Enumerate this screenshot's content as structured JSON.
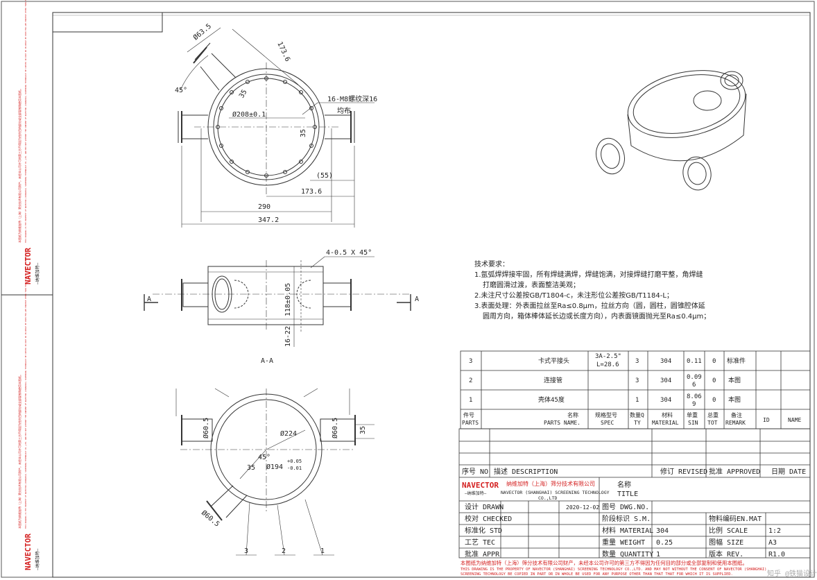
{
  "drawing": {
    "top_view": {
      "dim_outer_dia": "Ø63.5",
      "dim_173_diag": "173.6",
      "dim_angle": "45°",
      "dim_35_a": "35",
      "dim_bore": "Ø208±0.1",
      "dim_35_b": "35",
      "dim_55": "(55)",
      "dim_173_h": "173.6",
      "dim_290": "290",
      "dim_347": "347.2",
      "bolt_note_1": "16-M8螺纹深16",
      "bolt_note_2": "均布"
    },
    "front_view": {
      "chamfer": "4-0.5 X 45°",
      "dim_height": "118±0.05",
      "dim_16_22": "16-22",
      "section_marker_left": "A",
      "section_marker_right": "A"
    },
    "section_view": {
      "title": "A-A",
      "dim_left_pipe": "Ø60.5",
      "dim_right_pipe": "Ø60.5",
      "dim_right_35": "35",
      "dim_inner_224": "Ø224",
      "dim_45": "45°",
      "dim_35": "35",
      "dim_194": "Ø194",
      "tol_plus": "+0.05",
      "tol_minus": "-0.01",
      "dim_bottom_pipe": "Ø60.5",
      "balloon_3": "3",
      "balloon_2": "2",
      "balloon_1": "1"
    }
  },
  "tech_notes": {
    "title": "技术要求：",
    "line1a": "1.氩弧焊焊接牢固，所有焊缝满焊，焊缝饱满，对接焊缝打磨平整，角焊缝",
    "line1b": "打磨圆滑过渡，表面整洁美观；",
    "line2": "2.未注尺寸公差按GB/T1804-c，未注形位公差按GB/T1184-L；",
    "line3a": "3.表面处理：外表面拉丝至Ra≤0.8μm，拉丝方向（圆，圆柱，圆锥腔体延",
    "line3b": "圆周方向，箱体棒体延长边或长度方向），内表面镜面抛光至Ra≤0.4μm；"
  },
  "bom": {
    "rows": [
      {
        "no": "3",
        "name": "卡式平接头",
        "spec1": "3A-2.5\"",
        "spec2": "L=28.6",
        "qty": "3",
        "mat": "304",
        "unit": "0.11",
        "tot": "0",
        "remark": "标准件"
      },
      {
        "no": "2",
        "name": "连接管",
        "spec1": "",
        "spec2": "",
        "qty": "3",
        "mat": "304",
        "unit1": "0.09",
        "unit2": "6",
        "tot": "0",
        "remark": "本图"
      },
      {
        "no": "1",
        "name": "壳体45度",
        "spec1": "",
        "spec2": "",
        "qty": "1",
        "mat": "304",
        "unit1": "8.06",
        "unit2": "9",
        "tot": "0",
        "remark": "本图"
      }
    ],
    "header": {
      "no_cn": "件号",
      "no_en": "PARTS",
      "name_cn": "名称",
      "name_en": "PARTS NAME.",
      "spec_cn": "规格型号",
      "spec_en": "SPEC",
      "qty_cn": "数量Q",
      "qty_en": "TY",
      "mat_cn": "材料",
      "mat_en": "MATERIAL",
      "unit_cn": "单重",
      "unit_en": "SIN",
      "tot_cn": "总重",
      "tot_en": "TOT",
      "remark_cn": "备注",
      "remark_en": "REMARK",
      "id": "ID",
      "name": "NAME"
    }
  },
  "revision": {
    "seq": "序号 NO",
    "desc": "描述 DESCRIPTION",
    "revised": "修订 REVISED",
    "approved": "批准 APPROVED",
    "date": "日期 DATE"
  },
  "title_block": {
    "logo": "NAVECTOR",
    "logo_sub": "—纳维加特—",
    "company_cn": "纳维加特（上海）筛分技术有限公司",
    "company_en": "NAVECTOR (SHANGHAI) SCREENING TECHNOLOGY",
    "company_en2": "CO.,LTD",
    "title_cn": "名称",
    "title_en": "TITLE",
    "drawn": "设计 DRAWN",
    "drawn_date": "2020-12-02",
    "dwg_no": "图号 DWG.NO.",
    "checked": "校对 CHECKED",
    "stage": "阶段标识 S.M.",
    "mat_code": "物料编码EN.MAT",
    "std": "标准化 STD",
    "material_label": "材料 MATERIAL",
    "material_val": "304",
    "scale_label": "比例 SCALE",
    "scale_val": "1:2",
    "tec": "工艺 TEC",
    "weight_label": "重量 WEIGHT",
    "weight_val": "0.25",
    "size_label": "图幅 SIZE",
    "size_val": "A3",
    "appr": "批准 APPR",
    "qty_label": "数量 QUANTITY",
    "qty_val": "1",
    "rev_label": "版本 REV.",
    "rev_val": "R1.0",
    "notice_cn": "本图纸为纳维加特（上海）筛分技术有限公司财产，未经本公司许可的第三方不得因为任何目的部分或全部复制和使用本图纸。",
    "notice_en1": "THIS DRAWING IS THE PROPERTY OF NAVECTOR (SHANGHAI) SCREENING TECHNOLOGY CO.,LTD. AND MAY NOT WITHOUT THE CONSENT OF NAVECTOR (SHANGHAI)",
    "notice_en2": "SCREENING TECHNOLOGY BE COPIED IN PART OR IN WHOLE BE USED FOR ANY PURPOSE OTHER THAN THAT THAT FOR WHICH IT IS SUPPLIED."
  },
  "side_strip": {
    "logo": "NAVECTOR",
    "logo_sub": "—纳维加特—",
    "notice_cn": "本图纸为纳维加特（上海）筛分技术有限公司财产，未经本公司许可的第三方不得因为任何目的部分或全部复制和使用本图纸。",
    "notice_en": "THIS DRAWING IS THE PROPERTY OF NAVECTOR (SHANGHAI) SCREENING TECHNOLOGY CO.,LTD. AND MAY NOT WITHOUT THE CONSENT OF NAVECTOR (SHANGHAI) SCREENING TECHNOLOGY BE COPIED IN PART OR IN WHOLE BE USED FOR ANY PURPOSE OTHER THAN THAT THAT FOR WHICH IT IS SUPPLIED."
  },
  "watermark": "知乎 @铁猫设计",
  "colors": {
    "notice": "#d42020",
    "line": "#333333",
    "brand": "#d42020"
  }
}
